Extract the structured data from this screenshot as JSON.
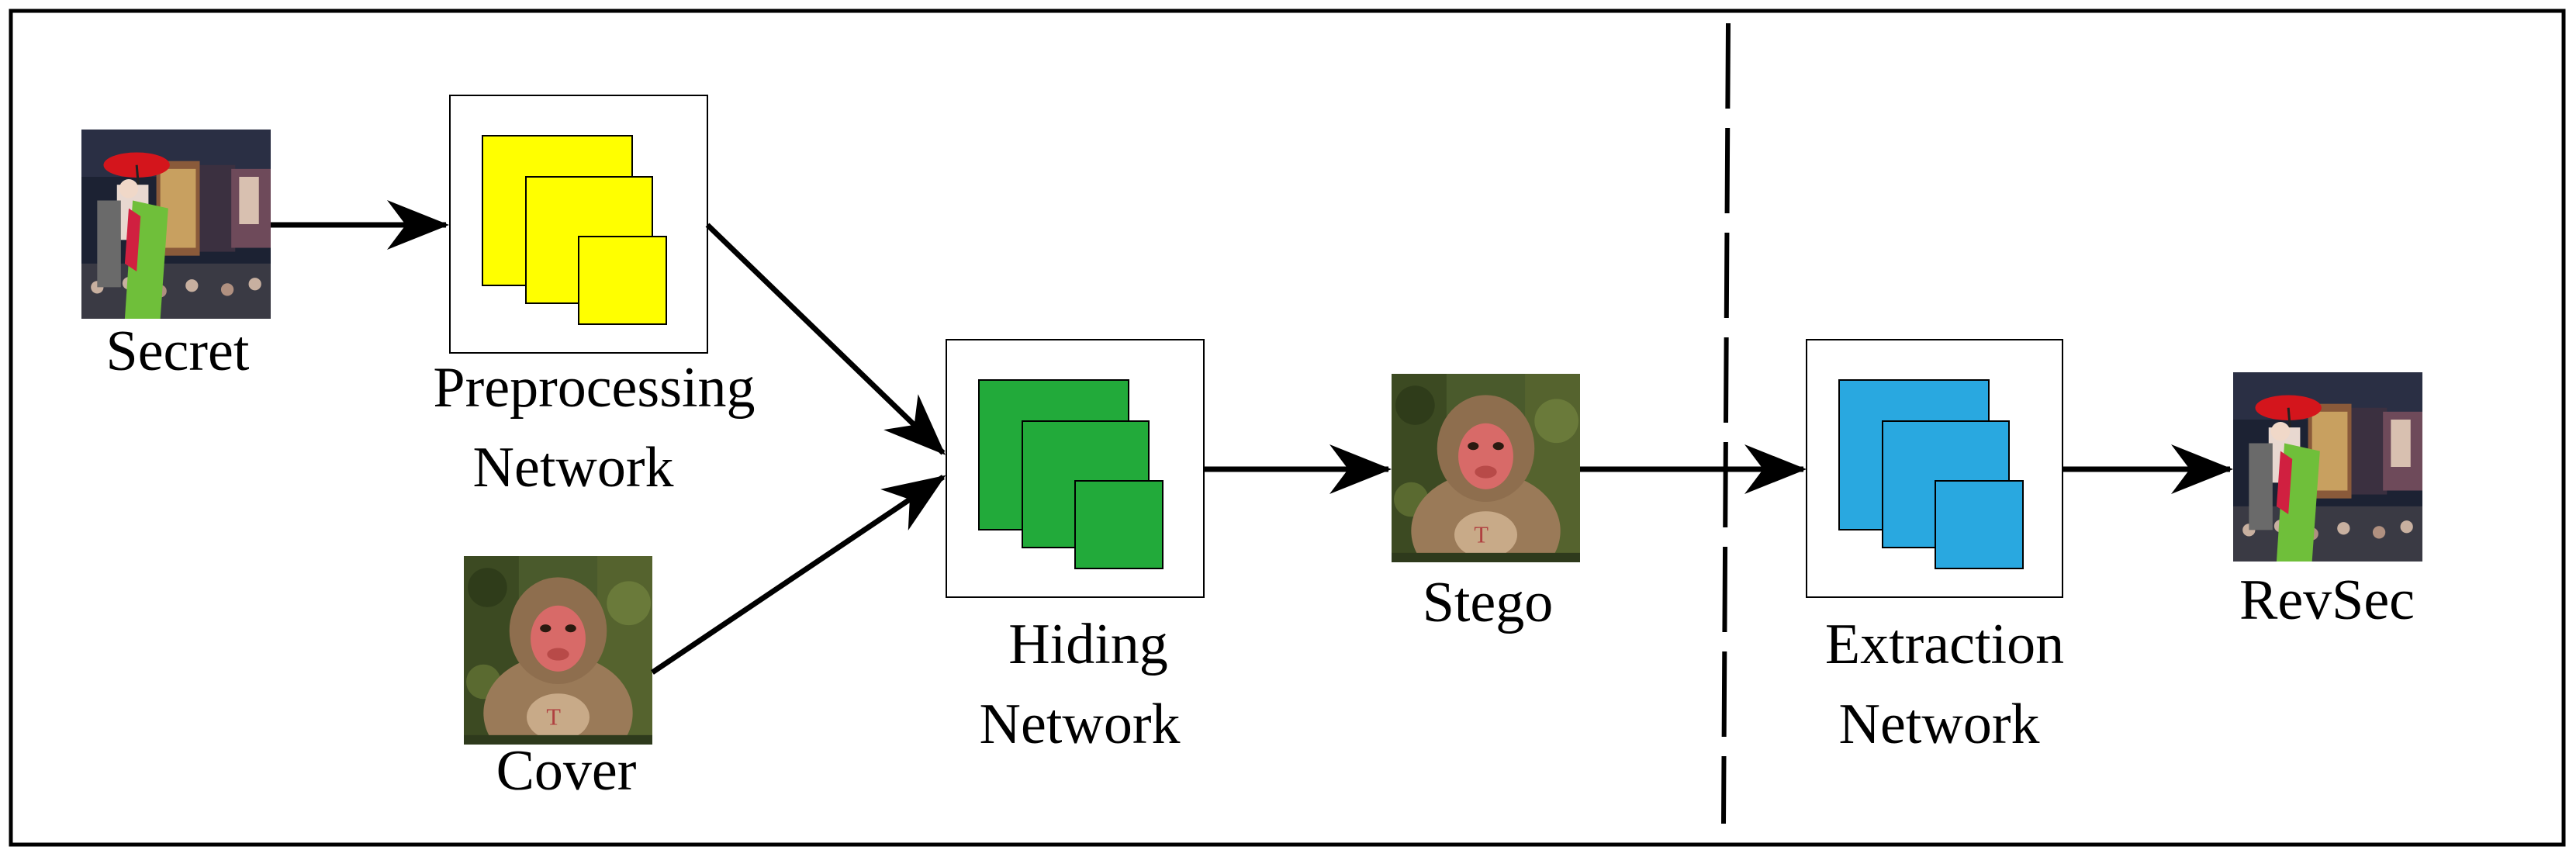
{
  "labels": {
    "secret": "Secret",
    "preprocessing_line1": "Preprocessing",
    "preprocessing_line2": "Network",
    "cover": "Cover",
    "hiding_line1": "Hiding",
    "hiding_line2": "Network",
    "stego": "Stego",
    "extraction_line1": "Extraction",
    "extraction_line2": "Network",
    "revsec": "RevSec"
  },
  "colors": {
    "preprocessing": "#ffff00",
    "hiding": "#22aa3a",
    "extraction": "#29a8e0",
    "frame": "#000000"
  },
  "images": {
    "secret": "photo of dancer with red umbrella",
    "cover": "photo of monkey",
    "stego": "photo of monkey",
    "revsec": "photo of dancer with red umbrella"
  }
}
